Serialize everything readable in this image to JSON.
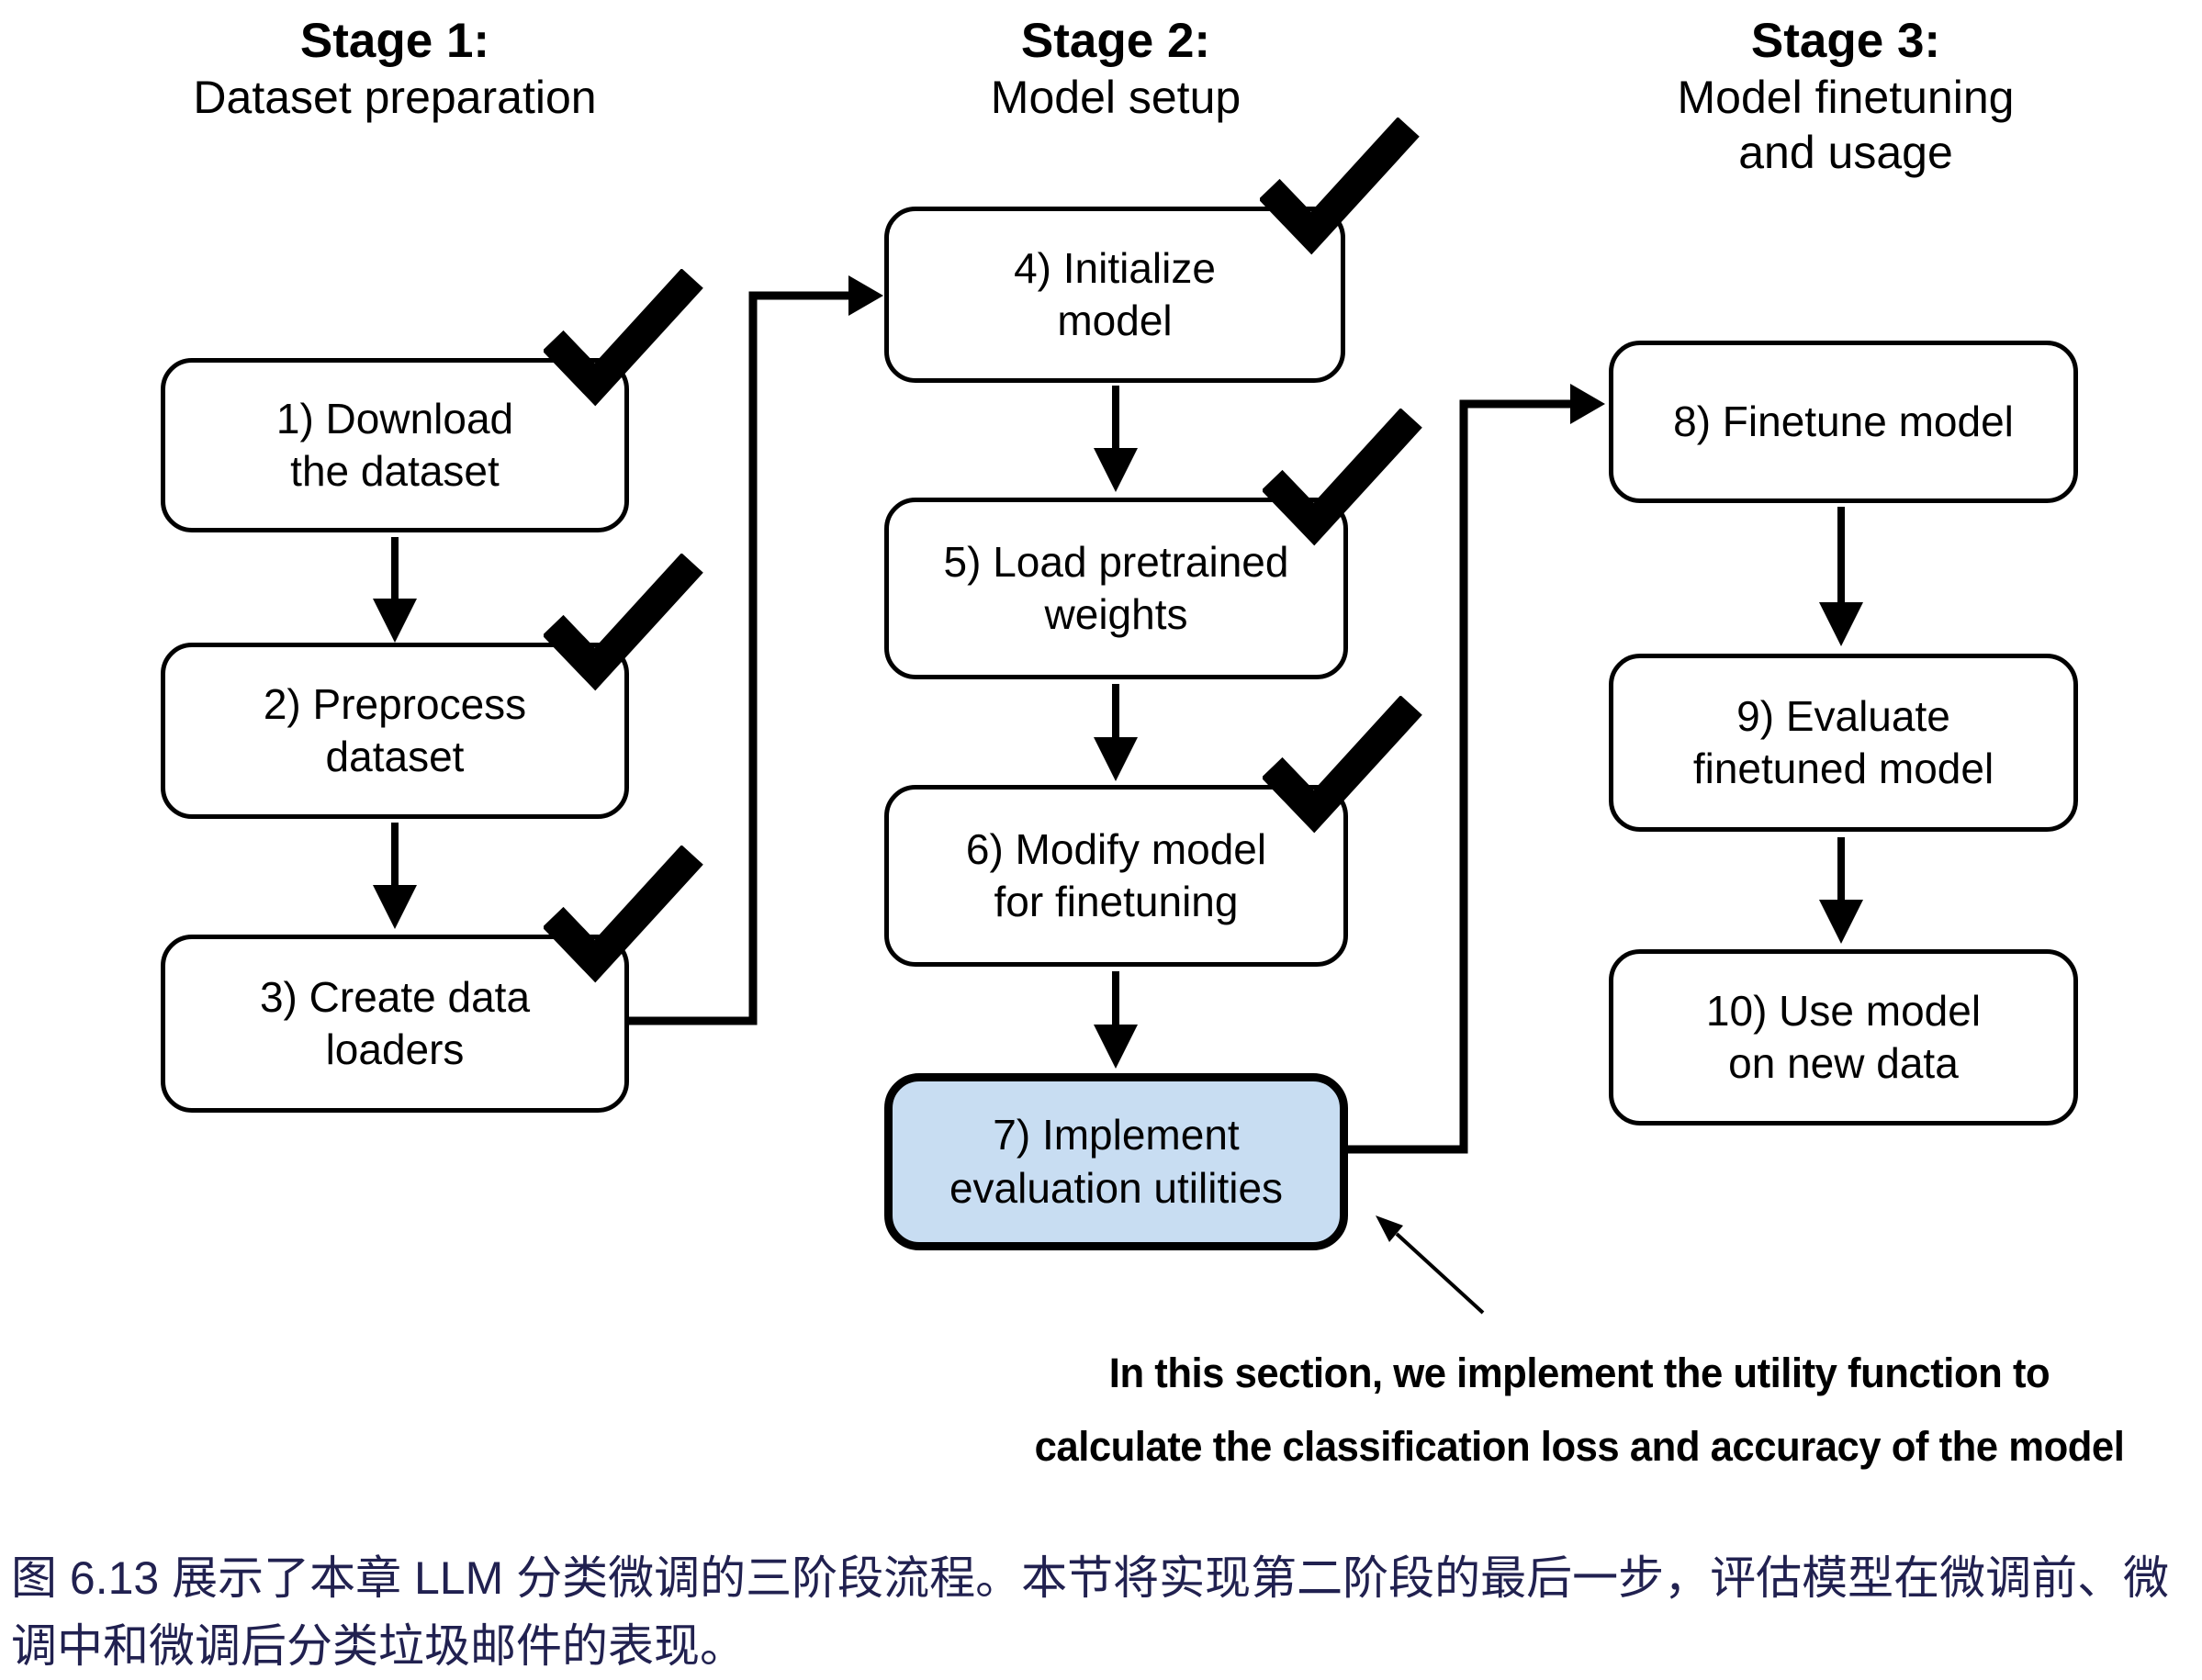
{
  "figure": {
    "stages": {
      "stage1": {
        "title": "Stage 1:",
        "subtitle": "Dataset preparation"
      },
      "stage2": {
        "title": "Stage 2:",
        "subtitle": "Model setup"
      },
      "stage3": {
        "title": "Stage 3:",
        "subtitle": "Model finetuning\nand usage"
      }
    },
    "boxes": {
      "b1": {
        "label": "1) Download\nthe dataset",
        "checked": true
      },
      "b2": {
        "label": "2) Preprocess\ndataset",
        "checked": true
      },
      "b3": {
        "label": "3) Create data\nloaders",
        "checked": true
      },
      "b4": {
        "label": "4) Initialize\nmodel",
        "checked": true
      },
      "b5": {
        "label": "5) Load pretrained\nweights",
        "checked": true
      },
      "b6": {
        "label": "6) Modify model\nfor finetuning",
        "checked": true
      },
      "b7": {
        "label": "7) Implement\nevaluation utilities",
        "checked": false,
        "highlighted": true
      },
      "b8": {
        "label": "8) Finetune model",
        "checked": false
      },
      "b9": {
        "label": "9) Evaluate\nfinetuned model",
        "checked": false
      },
      "b10": {
        "label": "10) Use model\non new data",
        "checked": false
      }
    },
    "annotation": "In this section, we implement the utility function to\ncalculate the classification loss and accuracy of the model",
    "icons": {
      "checkmark": "check-mark-icon",
      "flow_arrow": "arrow-down-icon"
    },
    "colors": {
      "highlight_fill": "#c8ddf2",
      "box_fill": "#ffffff",
      "stroke": "#000000",
      "caption_text": "#212150"
    }
  },
  "caption": {
    "text": "图 6.13 展示了本章 LLM 分类微调的三阶段流程。本节将实现第二阶段的最后一步，评估模型在微调前、微\n调中和微调后分类垃圾邮件的表现。"
  }
}
